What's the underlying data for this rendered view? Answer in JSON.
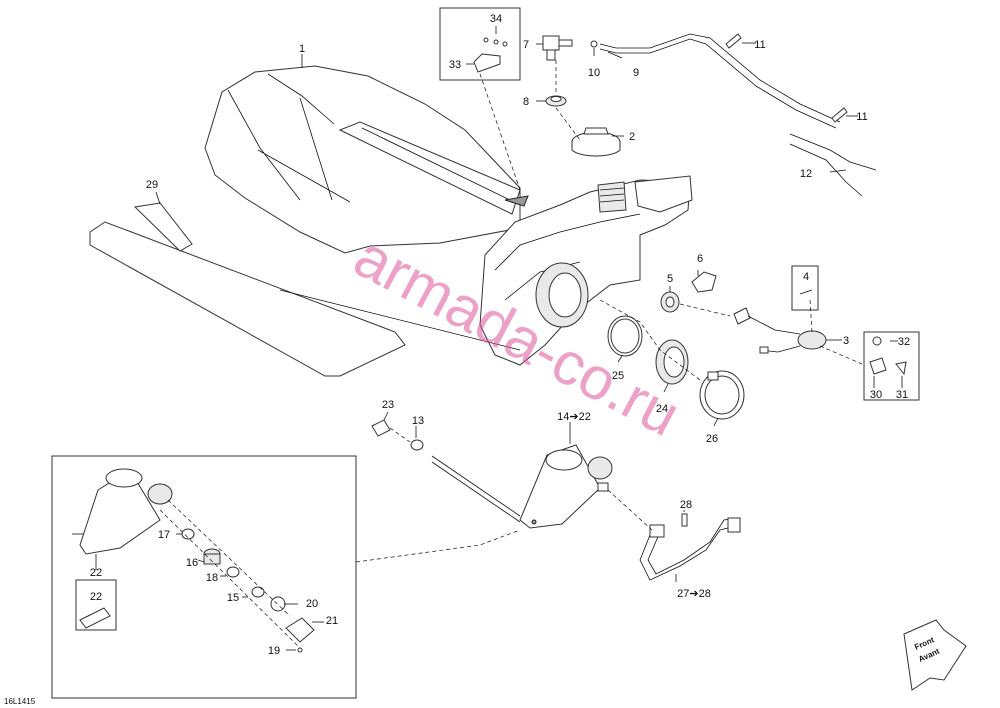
{
  "diagram": {
    "reference": "16L1415",
    "watermark": "armada-co.ru",
    "direction_tag": {
      "line1": "Front",
      "line2": "Avant"
    },
    "callouts": [
      {
        "id": "c1",
        "text": "1"
      },
      {
        "id": "c2",
        "text": "2"
      },
      {
        "id": "c3",
        "text": "3"
      },
      {
        "id": "c4",
        "text": "4"
      },
      {
        "id": "c5",
        "text": "5"
      },
      {
        "id": "c6",
        "text": "6"
      },
      {
        "id": "c7",
        "text": "7"
      },
      {
        "id": "c8",
        "text": "8"
      },
      {
        "id": "c9",
        "text": "9"
      },
      {
        "id": "c10",
        "text": "10"
      },
      {
        "id": "c11a",
        "text": "11"
      },
      {
        "id": "c11b",
        "text": "11"
      },
      {
        "id": "c12",
        "text": "12"
      },
      {
        "id": "c13",
        "text": "13"
      },
      {
        "id": "c14",
        "text": "14➔22"
      },
      {
        "id": "c15",
        "text": "15"
      },
      {
        "id": "c16",
        "text": "16"
      },
      {
        "id": "c17",
        "text": "17"
      },
      {
        "id": "c18",
        "text": "18"
      },
      {
        "id": "c19",
        "text": "19"
      },
      {
        "id": "c20",
        "text": "20"
      },
      {
        "id": "c21",
        "text": "21"
      },
      {
        "id": "c22a",
        "text": "22"
      },
      {
        "id": "c22b",
        "text": "22"
      },
      {
        "id": "c23",
        "text": "23"
      },
      {
        "id": "c24",
        "text": "24"
      },
      {
        "id": "c25",
        "text": "25"
      },
      {
        "id": "c26",
        "text": "26"
      },
      {
        "id": "c27",
        "text": "27➔28"
      },
      {
        "id": "c28",
        "text": "28"
      },
      {
        "id": "c29",
        "text": "29"
      },
      {
        "id": "c30",
        "text": "30"
      },
      {
        "id": "c31",
        "text": "31"
      },
      {
        "id": "c32",
        "text": "32"
      },
      {
        "id": "c33",
        "text": "33"
      },
      {
        "id": "c34",
        "text": "34"
      }
    ]
  }
}
